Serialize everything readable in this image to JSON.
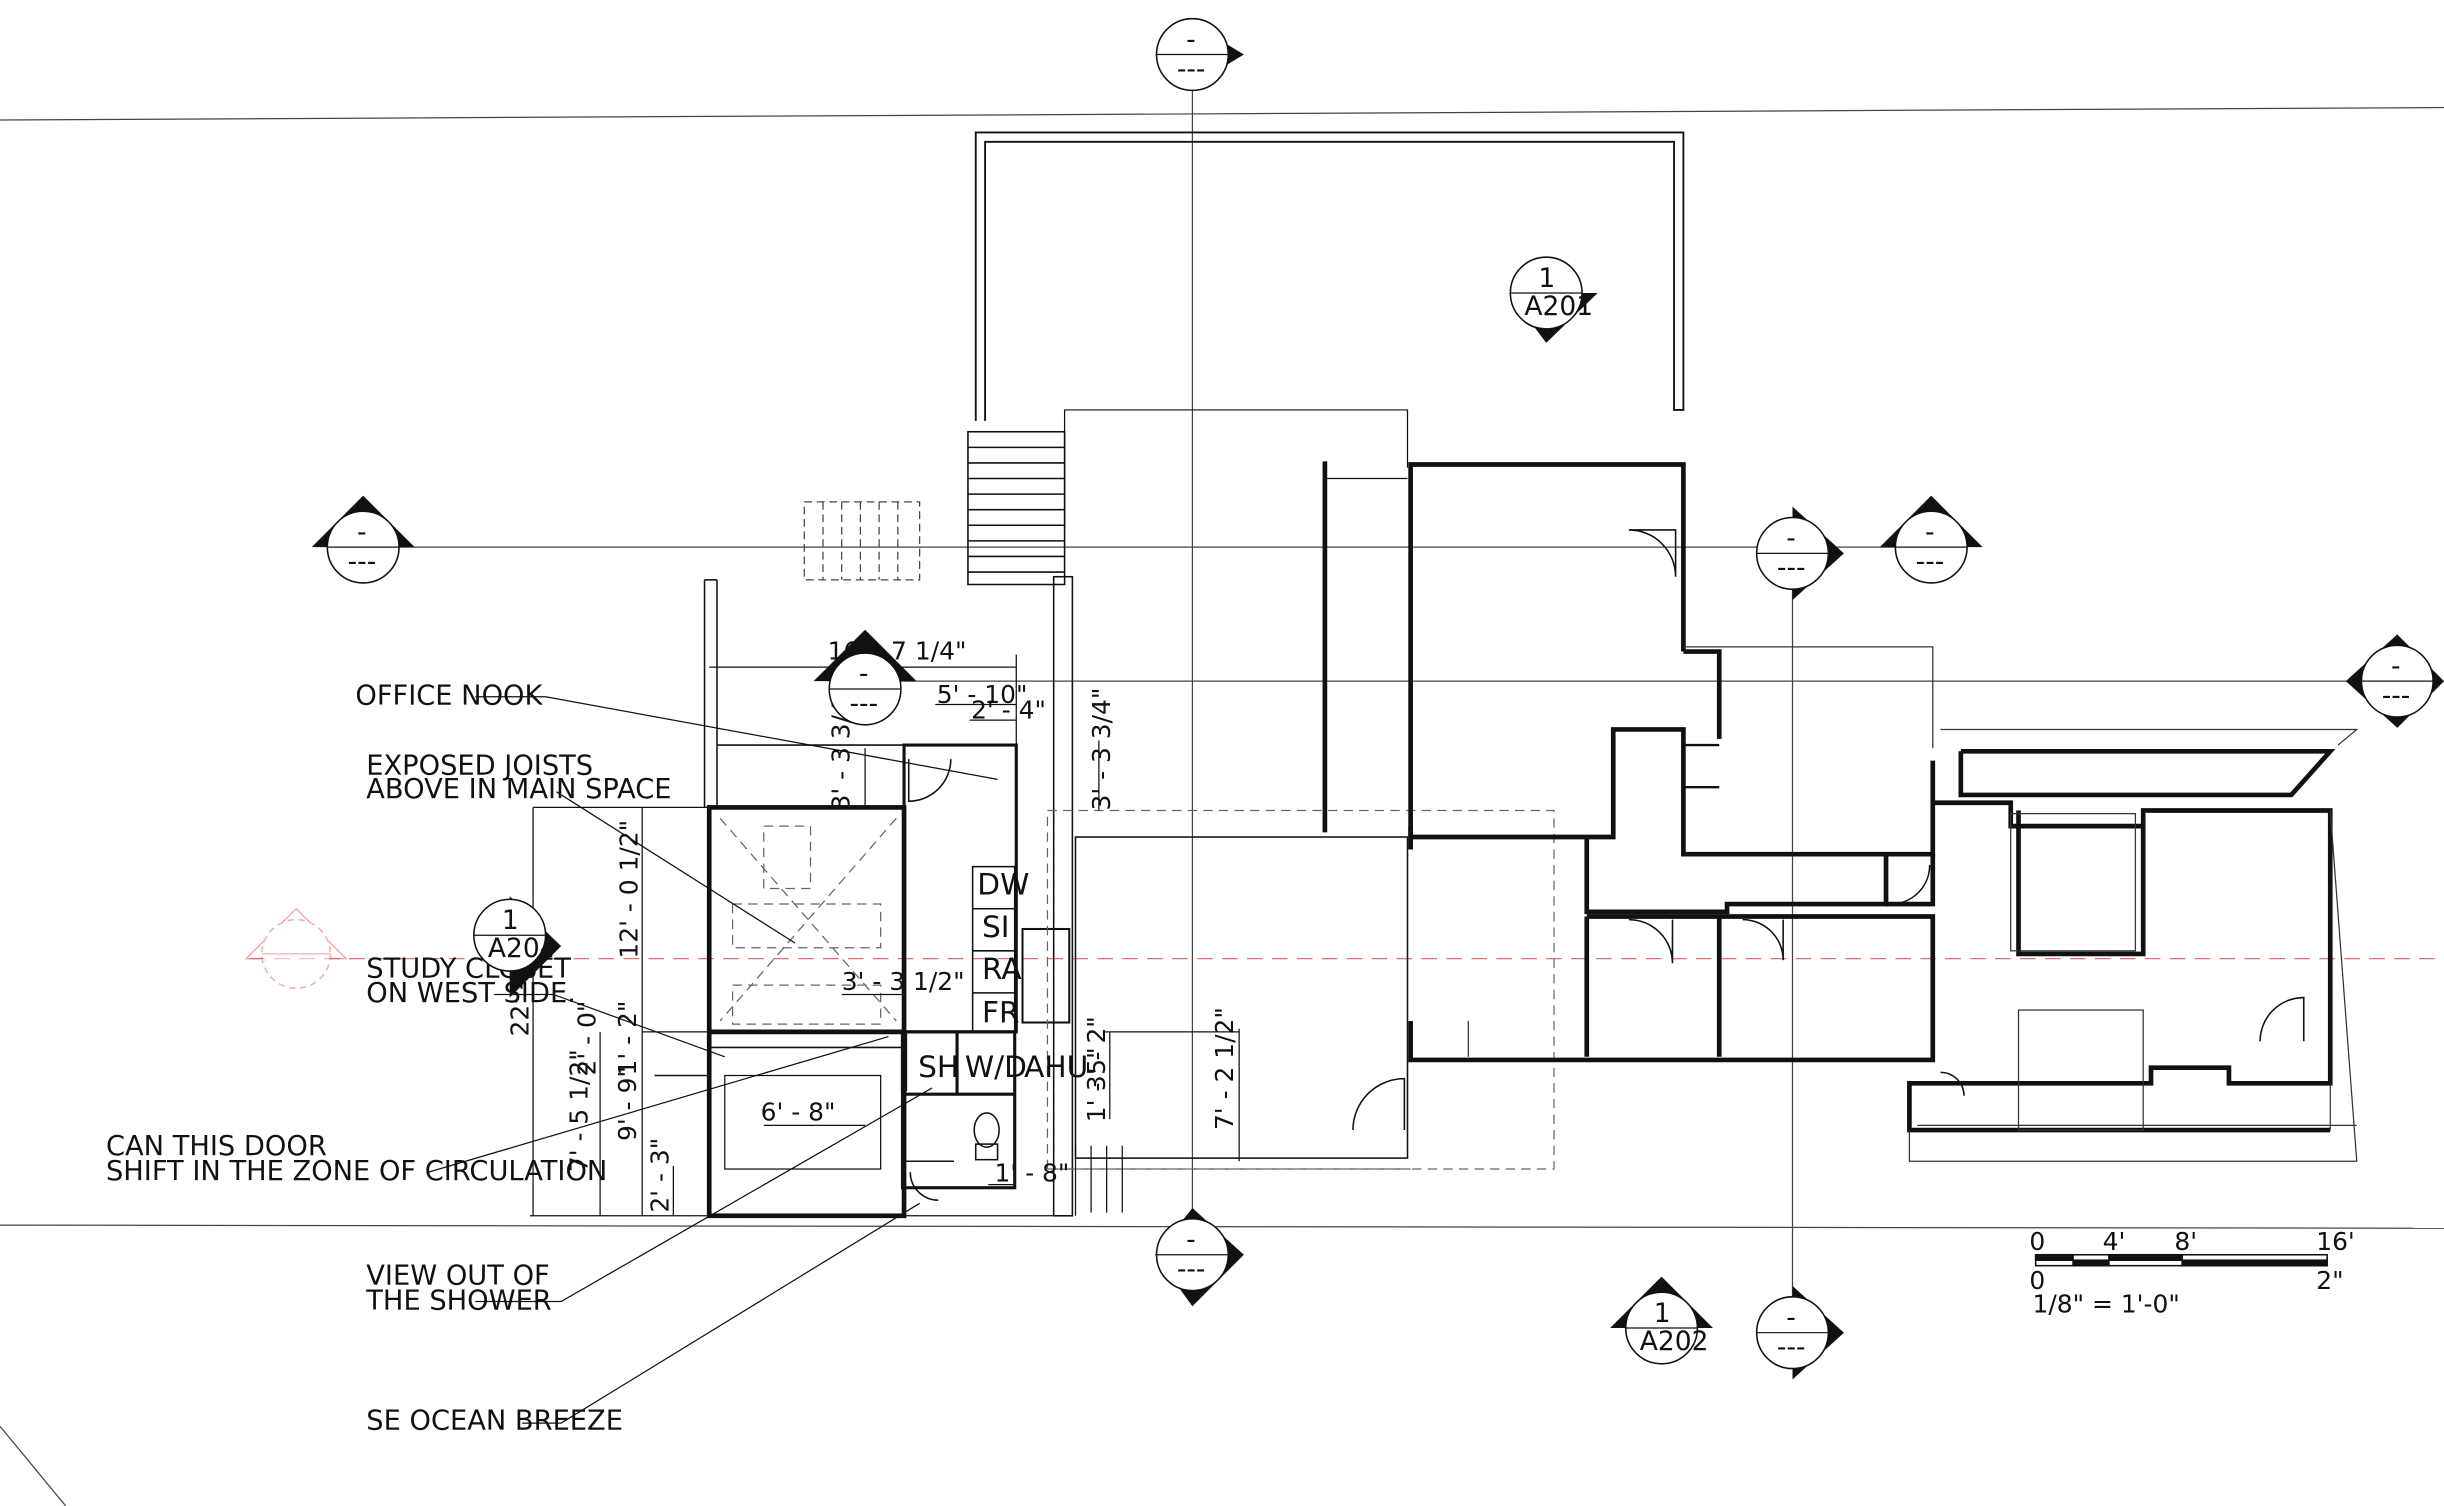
{
  "notes": {
    "office_nook": "OFFICE NOOK",
    "exposed_joists_1": "EXPOSED JOISTS",
    "exposed_joists_2": "ABOVE IN MAIN SPACE",
    "study_closet_1": "STUDY CLOSET",
    "study_closet_2": "ON WEST SIDE.",
    "can_door_1": "CAN THIS DOOR",
    "can_door_2": "SHIFT IN THE ZONE OF CIRCULATION",
    "view_shower_1": "VIEW OUT OF",
    "view_shower_2": "THE SHOWER",
    "se_breeze": "SE OCEAN BREEZE"
  },
  "rooms": {
    "dw": "DW",
    "si": "SI",
    "ra": "RA",
    "fr": "FR",
    "sh": "SH",
    "wd": "W/D",
    "ahu": "AHU"
  },
  "dims": {
    "d_16": "16' - 7 1/4\"",
    "d_5_10": "5' - 10\"",
    "d_2_4": "2' - 4\"",
    "d_3_3_34_a": "3' - 3 3/4\"",
    "d_3_3_34_b": "3' - 3 3/4\"",
    "d_12_0": "12' - 0 1/2\"",
    "d_22_8": "22' - 8\"",
    "d_3_3_12": "3' - 3 1/2\"",
    "d_2_0": "2' - 0\"",
    "d_1_2": "1' - 2\"",
    "d_9_9": "9' - 9\"",
    "d_7_5": "7' - 5 1/2\"",
    "d_6_8": "6' - 8\"",
    "d_2_3": "2' - 3\"",
    "d_1_5": "1' - 5\"",
    "d_3_2": "3' - 2\"",
    "d_7_2": "7' - 2 1/2\"",
    "d_1_8": "1' - 8\""
  },
  "markers": {
    "a201_num": "1",
    "a201_sheet": "A201",
    "a202_num": "1",
    "a202_sheet": "A202",
    "a204_num": "1",
    "a204_sheet": "A204",
    "blank_num": "-",
    "blank_sheet": "---"
  },
  "scale": {
    "t0": "0",
    "t4": "4'",
    "t8": "8'",
    "t16": "16'",
    "b0": "0",
    "b2": "2\"",
    "ratio": "1/8\" = 1'-0\""
  }
}
